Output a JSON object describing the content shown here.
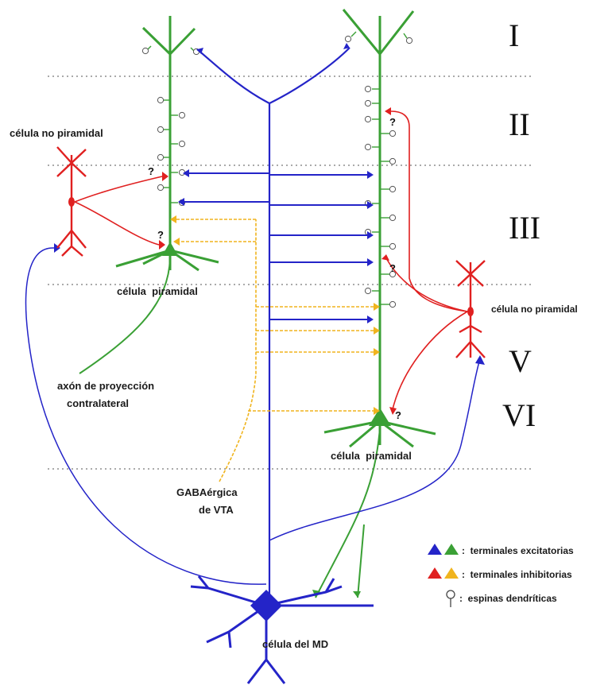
{
  "layers": [
    "I",
    "II",
    "III",
    "V",
    "VI"
  ],
  "labels": {
    "nonpyramidal_left": "célula no piramidal",
    "nonpyramidal_right": "célula no piramidal",
    "pyramidal_upper": "célula  piramidal",
    "pyramidal_lower": "célula  piramidal",
    "axon_line1": "axón de proyección",
    "axon_line2": "contralateral",
    "gaba_line1": "GABAérgica",
    "gaba_line2": "de VTA",
    "md_cell": "célula del MD"
  },
  "question_mark": "?",
  "legend": {
    "excitatory": ":  terminales excitatorias",
    "inhibitory": ":  terminales inhibitorias",
    "spines": ":  espinas dendríticas"
  },
  "colors": {
    "pyramidal": "#3aa035",
    "md_thalamic": "#2424c8",
    "nonpyramidal": "#e02020",
    "gabaergic_vta": "#f0b41e"
  }
}
